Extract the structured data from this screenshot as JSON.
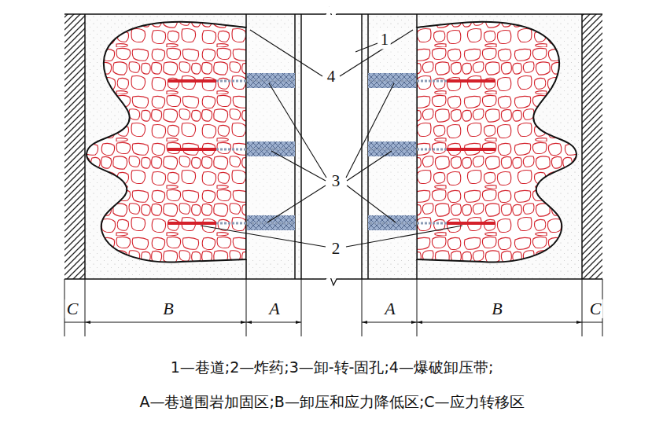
{
  "diagram": {
    "labels": [
      "1",
      "4",
      "3",
      "2",
      "C",
      "B",
      "A",
      "A",
      "B",
      "C",
      "1—巷道;2—炸药;3—卸-转-固孔;4—爆破卸压带;",
      "A—巷道围岩加固区;B—卸压和应力降低区;C—应力转移区"
    ]
  }
}
